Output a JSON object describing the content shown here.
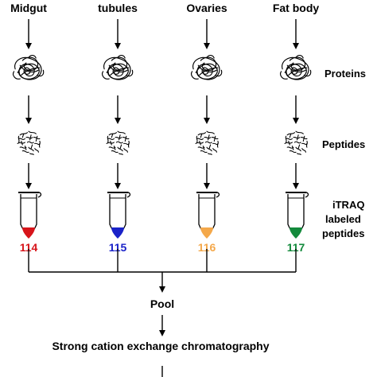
{
  "columns": [
    {
      "tissue_lines": [
        "Midgut"
      ],
      "tag": "114",
      "color": "#d7141a"
    },
    {
      "tissue_lines": [
        "tubules"
      ],
      "tag": "115",
      "color": "#1a22c8"
    },
    {
      "tissue_lines": [
        "Ovaries"
      ],
      "tag": "116",
      "color": "#f4a84a"
    },
    {
      "tissue_lines": [
        "Fat body"
      ],
      "tag": "117",
      "color": "#138a3c"
    }
  ],
  "row_labels": {
    "proteins": "Proteins",
    "peptides": "Peptides",
    "itraq": [
      "iTRAQ",
      "labeled",
      "peptides"
    ]
  },
  "pool_label": "Pool",
  "scx_label": "Strong cation exchange chromatography",
  "icons": {
    "protein": "tangled-protein-icon",
    "peptide": "peptide-fragments-icon",
    "tube": "microcentrifuge-tube-icon",
    "arrow": "down-arrow-icon"
  }
}
